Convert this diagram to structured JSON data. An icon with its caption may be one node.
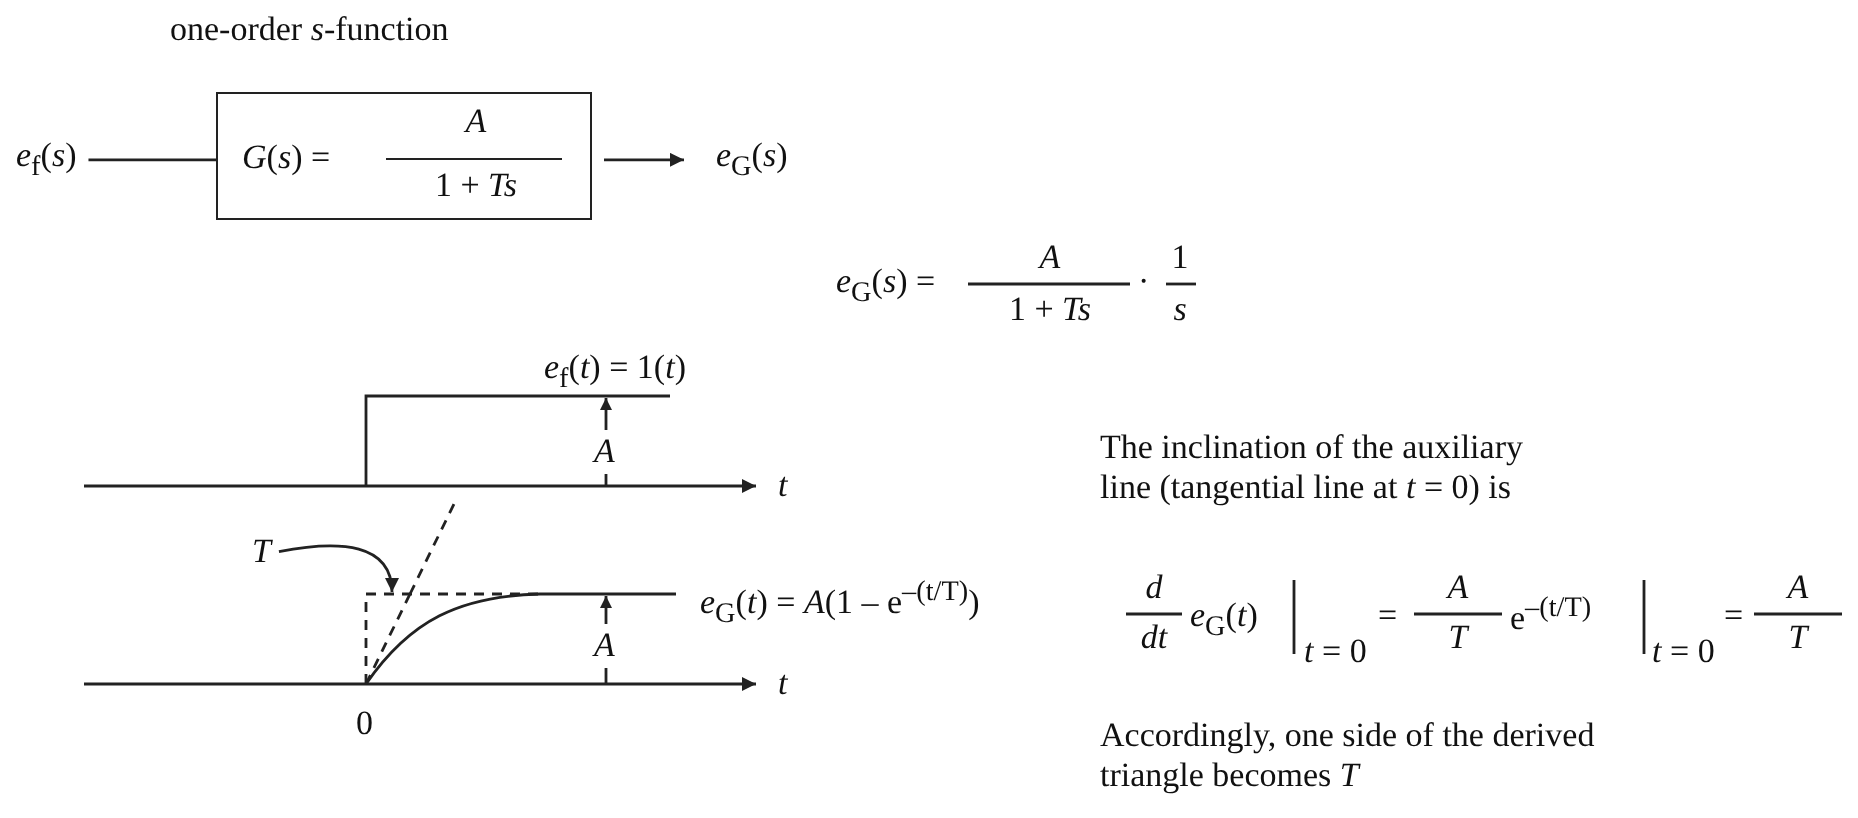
{
  "diagram": {
    "title": "one-order *s*-function",
    "nodes": [
      {
        "text": [
          "*e*$_{f}$(*s*)"
        ]
      },
      {
        "text": [
          "*G*(*s*) =",
          "*A*",
          "1 + *Ts*"
        ]
      },
      {
        "text": [
          "*e*$_{G}$(*s*)"
        ]
      },
      {
        "text": [
          "*T*"
        ]
      },
      {
        "text": [],
        "shape": "triangle"
      }
    ],
    "edges": [
      {
        "from": 0,
        "to": 1,
        "arrow": "none"
      },
      {
        "from": 1,
        "to": 2,
        "arrow": "to"
      },
      {
        "from": 3,
        "to": 4,
        "arrow": "to"
      }
    ],
    "labels": [
      "*e*$_{G}$(*s*) =",
      "*A*",
      "1 + *Ts*",
      "·",
      "1",
      "*s*",
      "*e*$_{f}$(*t*) = 1(*t*)",
      "*A*",
      "*t*",
      "*e*$_{G}$(*t*) = *A*(1 – e$^{–(t/T)}$)",
      "*A*",
      "*t*",
      "0",
      "The inclination of the auxiliary line (tangential line at *t* = 0) is",
      "*d*",
      "*dt*",
      "*e*$_{G}$(*t*)",
      "*t* = 0",
      "=",
      "*A*",
      "*T*",
      "e$^{–(t/T)}$",
      "*t* = 0",
      "=",
      "*A*",
      "*T*",
      "Accordingly, one side of the derived triangle becomes *T*"
    ]
  }
}
